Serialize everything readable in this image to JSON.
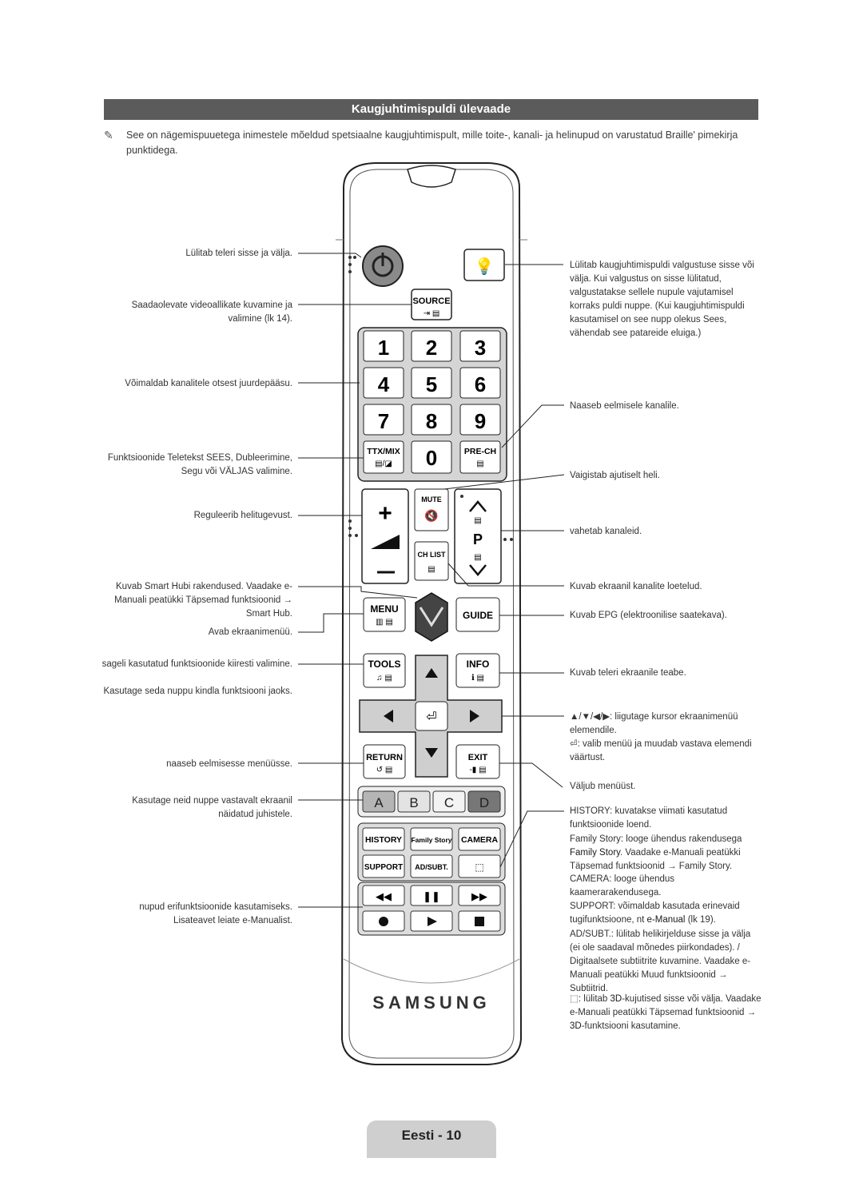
{
  "title": "Kaugjuhtimispuldi ülevaade",
  "intro_note": "See on nägemispuuetega inimestele mõeldud spetsiaalne kaugjuhtimispult, mille toite-, kanali- ja helinupud on varustatud Braille' pimekirja punktidega.",
  "left_labels": {
    "power": "Lülitab teleri sisse ja välja.",
    "source": "Saadaolevate videoallikate kuvamine ja valimine (lk 14).",
    "numbers": "Võimaldab kanalitele otsest juurdepääsu.",
    "ttx": "Funktsioonide Teletekst SEES, Dubleerimine, Segu või VÄLJAS valimine.",
    "volume": "Reguleerib helitugevust.",
    "smarthub": "Kuvab Smart Hubi rakendused. Vaadake e-Manuali peatükki Täpsemad funktsioonid → Smart Hub.",
    "menu": "Avab ekraanimenüü.",
    "tools": "sageli kasutatud funktsioonide kiiresti valimine.",
    "tools2": "Kasutage seda nuppu kindla funktsiooni jaoks.",
    "return": "naaseb eelmisesse menüüsse.",
    "colors": "Kasutage neid nuppe vastavalt ekraanil näidatud juhistele.",
    "playback": "nupud erifunktsioonide kasutamiseks. Lisateavet leiate e-Manualist."
  },
  "right_labels": {
    "light": "Lülitab kaugjuhtimispuldi valgustuse sisse või välja. Kui valgustus on sisse lülitatud, valgustatakse sellele nupule vajutamisel korraks puldi nuppe. (Kui kaugjuhtimispuldi kasutamisel on see nupp olekus Sees, vähendab see patareide eluiga.)",
    "prech": "Naaseb eelmisele kanalile.",
    "mute": "Vaigistab ajutiselt heli.",
    "channel": "vahetab kanaleid.",
    "chlist": "Kuvab ekraanil kanalite loetelud.",
    "guide": "Kuvab EPG (elektroonilise saatekava).",
    "info": "Kuvab teleri ekraanile teabe.",
    "arrows": "▲/▼/◀/▶: liigutage kursor ekraanimenüü elemendile.",
    "enter": ": valib menüü ja muudab vastava elemendi väärtust.",
    "exit": "Väljub menüüst.",
    "history_key": "HISTORY",
    "history": ": kuvatakse viimati kasutatud funktsioonide loend.",
    "family_key": "Family Story",
    "family_a": ": looge ühendus rakendusega ",
    "family_b": "Family Story",
    "family_c": ". Vaadake e-Manuali peatükki Täpsemad funktsioonid → Family Story.",
    "camera_key": "CAMERA",
    "camera": ": looge ühendus kaamerarakendusega.",
    "support_key": "SUPPORT",
    "support_a": ": võimaldab kasutada erinevaid tugifunktsioone, nt ",
    "support_b": "e-Manual",
    "support_c": " (lk 19).",
    "adsubt_key": "AD/SUBT.",
    "adsubt": ": lülitab helikirjelduse sisse ja välja (ei ole saadaval mõnedes piirkondades). / Digitaalsete subtiitrite kuvamine. Vaadake e-Manuali peatükki Muud funktsioonid → Subtiitrid.",
    "threed_a": ": lülitab ",
    "threed_b": "3D",
    "threed_c": "-kujutised sisse või välja. Vaadake e-Manuali peatükki Täpsemad funktsioonid → ",
    "threed_d": "3D",
    "threed_e": "-funktsiooni kasutamine."
  },
  "remote": {
    "source_label": "SOURCE",
    "digits": [
      "1",
      "2",
      "3",
      "4",
      "5",
      "6",
      "7",
      "8",
      "9"
    ],
    "zero": "0",
    "ttx_label": "TTX/MIX",
    "prech_label": "PRE-CH",
    "mute_label": "MUTE",
    "ch_letter": "P",
    "chlist_label": "CH LIST",
    "menu_label": "MENU",
    "guide_label": "GUIDE",
    "tools_label": "TOOLS",
    "info_label": "INFO",
    "return_label": "RETURN",
    "exit_label": "EXIT",
    "color_a": "A",
    "color_b": "B",
    "color_c": "C",
    "color_d": "D",
    "history_label": "HISTORY",
    "family_label": "Family Story",
    "camera_label": "CAMERA",
    "support_label": "SUPPORT",
    "adsubt_label": "AD/SUBT.",
    "brand": "SAMSUNG"
  },
  "footer": "Eesti - 10"
}
